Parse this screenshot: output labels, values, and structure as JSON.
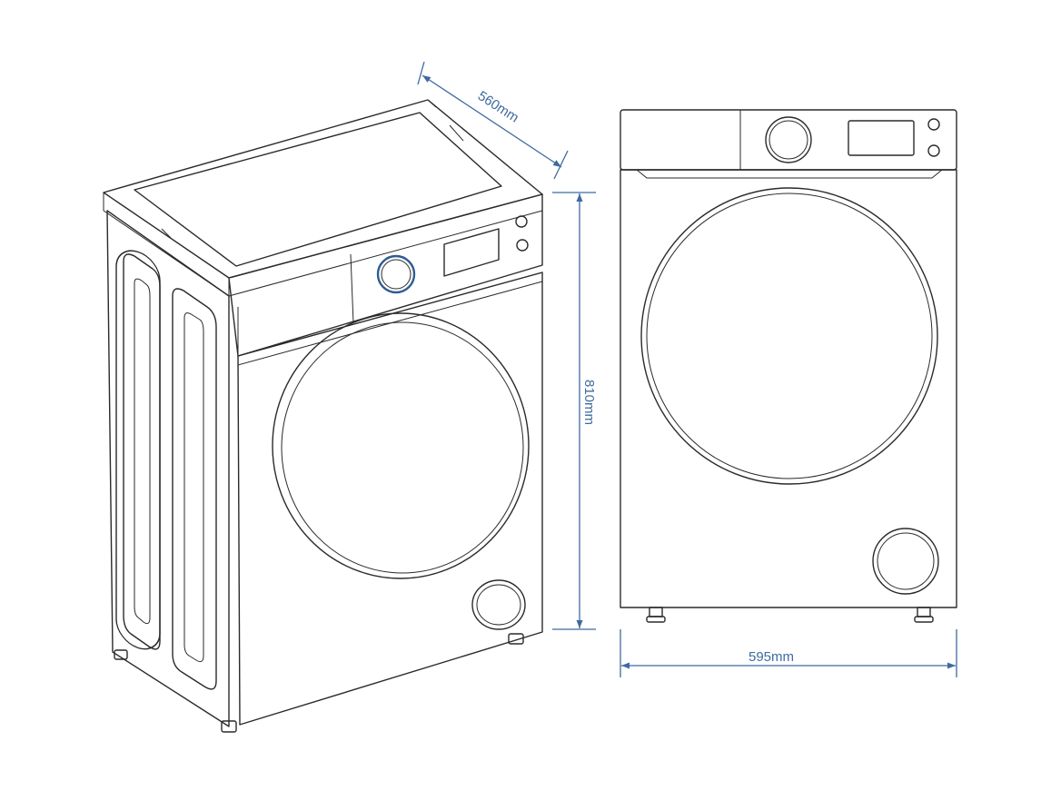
{
  "dimensions": {
    "depth": "560mm",
    "height": "810mm",
    "width": "595mm"
  },
  "colors": {
    "outline": "#2a2a2a",
    "dimension": "#3f6aa0",
    "background": "#ffffff"
  }
}
